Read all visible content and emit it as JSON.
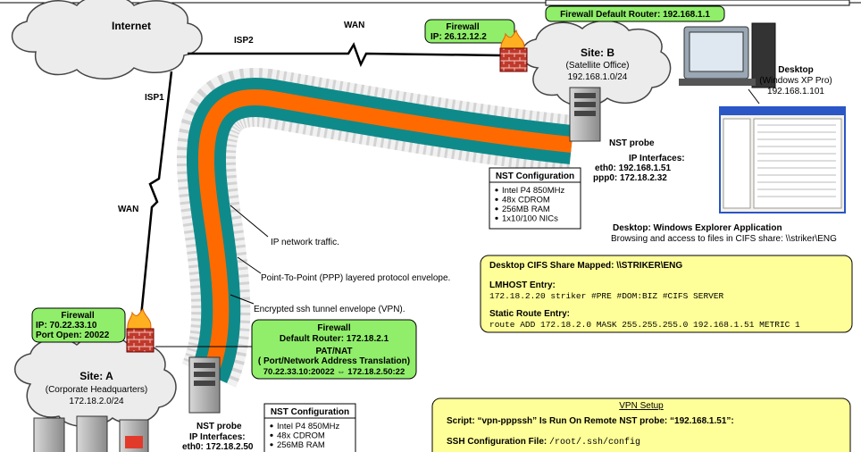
{
  "colors": {
    "tunnel_outer": "#0f8a8a",
    "tunnel_inner": "#ff6a00",
    "firewall_label_bg": "#90ee6a",
    "note_bg": "#ffff99",
    "cloud_fill": "#ececec"
  },
  "clouds": {
    "internet": "Internet",
    "site_b": {
      "title": "Site: B",
      "subtitle": "(Satellite Office)",
      "network": "192.168.1.0/24"
    },
    "site_a": {
      "title": "Site: A",
      "subtitle": "(Corporate Headquarters)",
      "network": "172.18.2.0/24"
    }
  },
  "links": {
    "wan_top": "WAN",
    "wan_left": "WAN",
    "isp1": "ISP1",
    "isp2": "ISP2"
  },
  "firewall_b": {
    "title": "Firewall",
    "ip": "IP: 26.12.12.2",
    "default_router": "Firewall Default Router: 192.168.1.1"
  },
  "firewall_a": {
    "title": "Firewall",
    "ip": "IP: 70.22.33.10",
    "port": "Port Open: 20022"
  },
  "firewall_a_router": {
    "line1": "Firewall",
    "line2": "Default Router: 172.18.2.1",
    "line3": "PAT/NAT",
    "line4": "( Port/Network Address Translation)",
    "line5": "70.22.33.10:20022 ⇔ 172.18.2.50:22"
  },
  "desktop": {
    "title": "Desktop",
    "os": "(Windows XP Pro)",
    "ip": "192.168.1.101",
    "app_title": "Desktop: Windows Explorer Application",
    "app_desc": "Browsing and access to files in CIFS share: \\\\striker\\ENG"
  },
  "probe_b": {
    "label": "NST probe",
    "ip_title": "IP Interfaces:",
    "eth0": "eth0:  192.168.1.51",
    "ppp0": "ppp0:  172.18.2.32"
  },
  "probe_a": {
    "label": "NST probe",
    "ip_title": "IP Interfaces:",
    "eth0": "eth0:  172.18.2.50"
  },
  "config_b": {
    "title": "NST Configuration",
    "items": [
      "Intel P4 850MHz",
      "48x CDROM",
      "256MB RAM",
      "1x10/100 NICs"
    ]
  },
  "config_a": {
    "title": "NST Configuration",
    "items": [
      "Intel P4 850MHz",
      "48x CDROM",
      "256MB RAM"
    ]
  },
  "annotations": {
    "ip_traffic": "IP network traffic.",
    "ppp": "Point-To-Point (PPP) layered protocol envelope.",
    "ssh": "Encrypted ssh tunnel envelope (VPN)."
  },
  "cifs_box": {
    "mapped": "Desktop CIFS Share Mapped: \\\\STRIKER\\ENG",
    "lmhost_title": "LMHOST Entry:",
    "lmhost_value": "172.18.2.20 striker #PRE #DOM:BIZ #CIFS SERVER",
    "route_title": "Static Route Entry:",
    "route_value": "route ADD 172.18.2.0 MASK 255.255.255.0  192.168.1.51 METRIC 1"
  },
  "vpn_box": {
    "title": "VPN Setup",
    "script": "Script: “vpn-pppssh” Is Run On Remote NST probe: “192.168.1.51”:",
    "ssh_label": "SSH Configuration File: ",
    "ssh_path": "/root/.ssh/config"
  }
}
